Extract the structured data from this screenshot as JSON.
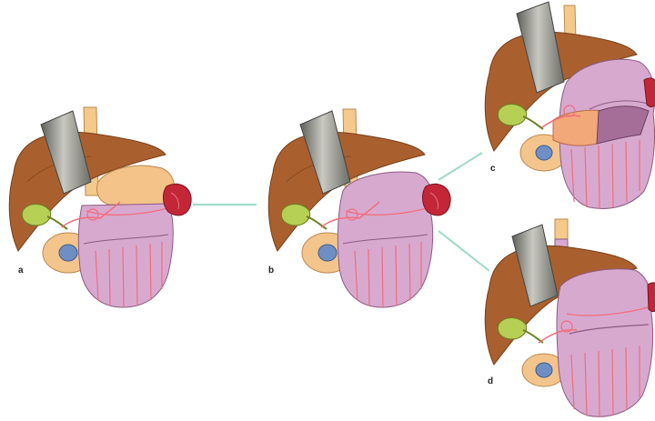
{
  "panels": [
    {
      "id": "a",
      "label": "a",
      "variant": "full-stomach"
    },
    {
      "id": "b",
      "label": "b",
      "variant": "cut-stomach"
    },
    {
      "id": "c",
      "label": "c",
      "variant": "opened-stomach"
    },
    {
      "id": "d",
      "label": "d",
      "variant": "gastric-tube"
    }
  ],
  "colors": {
    "liver": "#a9602e",
    "liver_shade": "#8a4a22",
    "gallbladder": "#b6cf55",
    "esophagus": "#f4c98b",
    "fundus": "#f3c38a",
    "stomach": "#d7a9cf",
    "stomach_dark": "#a56e98",
    "omentum": "#c07aa5",
    "vessel": "#f26c7a",
    "spleen": "#c32737",
    "duodenum": "#f3c58c",
    "pancreas_blue": "#6f8fc4",
    "retractor": "#9d9d98",
    "connector": "#9ed8c7"
  }
}
